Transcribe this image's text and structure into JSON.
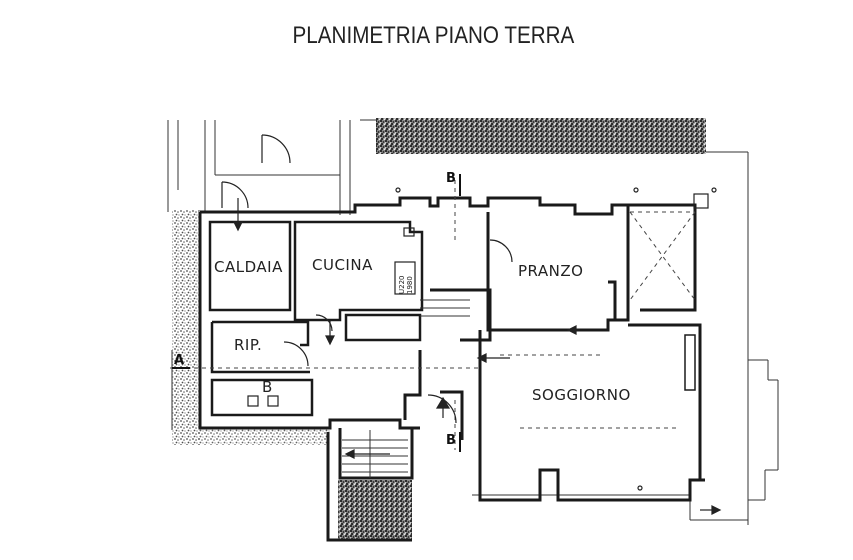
{
  "title": "PLANIMETRIA PIANO TERRA",
  "rooms": {
    "caldaia": "CALDAIA",
    "cucina": "CUCINA",
    "pranzo": "PRANZO",
    "rip": "RIP.",
    "soggiorno": "SOGGIORNO",
    "bagno": "B"
  },
  "section_marks": {
    "a": "A",
    "b_top": "B",
    "b_bottom": "B"
  },
  "appliance_note": {
    "line1": "U220",
    "line2": "1980"
  },
  "colors": {
    "ink": "#1a1a1a",
    "hatch": "#2b2b2b",
    "paper": "#ffffff"
  }
}
